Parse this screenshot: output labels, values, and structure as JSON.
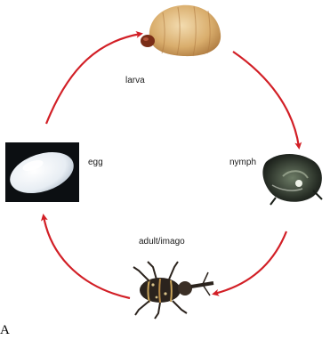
{
  "diagram": {
    "stages": {
      "larva": "larva",
      "nymph": "nymph",
      "adult": "adult/imago",
      "egg": "egg"
    },
    "corner_label": "A",
    "arrow_color": "#d21f26",
    "cycle_order": [
      "larva",
      "nymph",
      "adult/imago",
      "egg"
    ]
  }
}
